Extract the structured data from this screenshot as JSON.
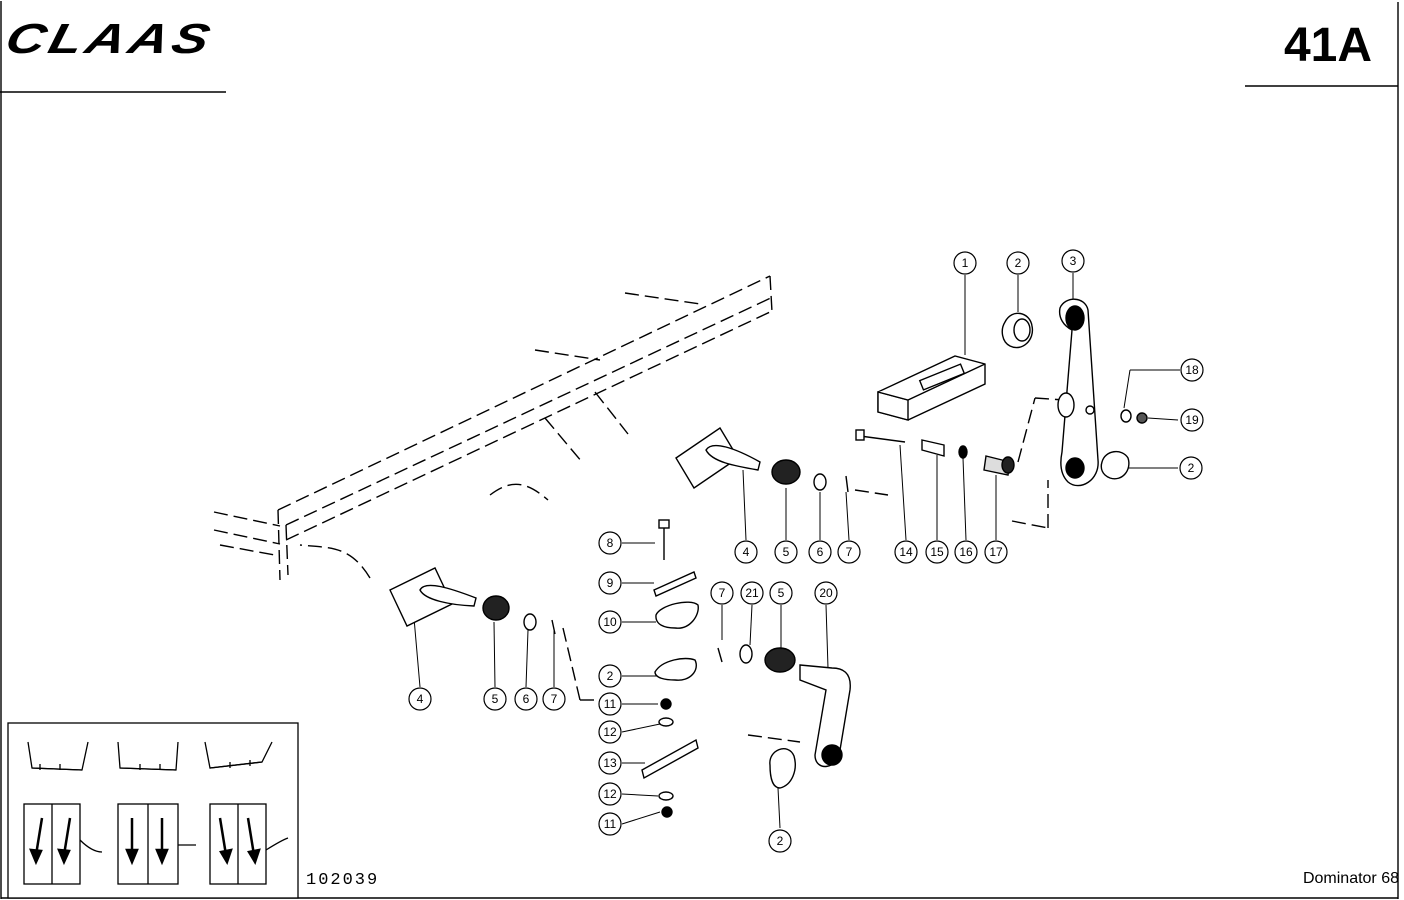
{
  "header": {
    "brand": "CLAAS",
    "page_code": "41A"
  },
  "footer": {
    "drawing_number": "102039",
    "model": "Dominator 68"
  },
  "callouts": {
    "1": "1",
    "2": "2",
    "3": "3",
    "4": "4",
    "5": "5",
    "6": "6",
    "7": "7",
    "8": "8",
    "9": "9",
    "10": "10",
    "11": "11",
    "12": "12",
    "13": "13",
    "14": "14",
    "15": "15",
    "16": "16",
    "17": "17",
    "18": "18",
    "19": "19",
    "20": "20",
    "21": "21"
  }
}
